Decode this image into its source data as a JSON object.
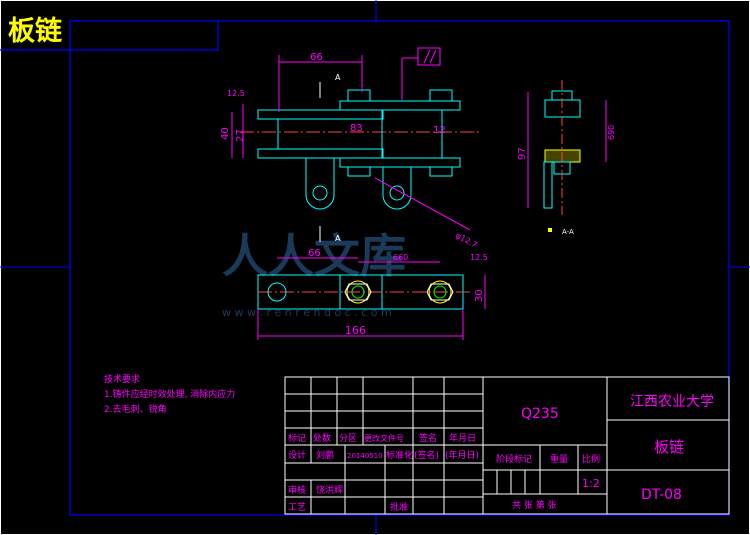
{
  "title": "板链",
  "dimensions": {
    "d66_top": "66",
    "d12_5_top": "12.5",
    "d40": "40",
    "d27": "27",
    "d83": "83",
    "d12": "12",
    "d97": "97",
    "d690": "690",
    "d_phi": "φ12.7",
    "d66_bot": "66",
    "d660": "660",
    "d12_5_bot": "12.5",
    "d30": "30",
    "d166": "166"
  },
  "section_labels": {
    "a_top": "A",
    "a_bottom": "A",
    "aa": "A-A"
  },
  "watermark": {
    "brand": "人人文库",
    "url": "w w w . r e n r e n d o c . c o m"
  },
  "tech_req": {
    "title": "技术要求",
    "line1": "1.铸件应经时效处理, 消除内应力",
    "line2": "2.去毛刺、锐角"
  },
  "title_block": {
    "material": "Q235",
    "school": "江西农业大学",
    "part_name": "板链",
    "drawing_no": "DT-08",
    "row_labels": [
      "标记",
      "处数",
      "分区",
      "更改文件号",
      "签名",
      "年月日"
    ],
    "design": "设计",
    "designer": "刘鹏",
    "date": "20140510",
    "standardize": "标准化",
    "signature": "(签名)",
    "ymd": "(年月日)",
    "stage_mark": "阶段标记",
    "weight": "重量",
    "scale_label": "比例",
    "scale": "1:2",
    "review": "审核",
    "reviewer": "饶洪辉",
    "process": "工艺",
    "approve": "批准",
    "sheets": "共  张  第  张"
  }
}
